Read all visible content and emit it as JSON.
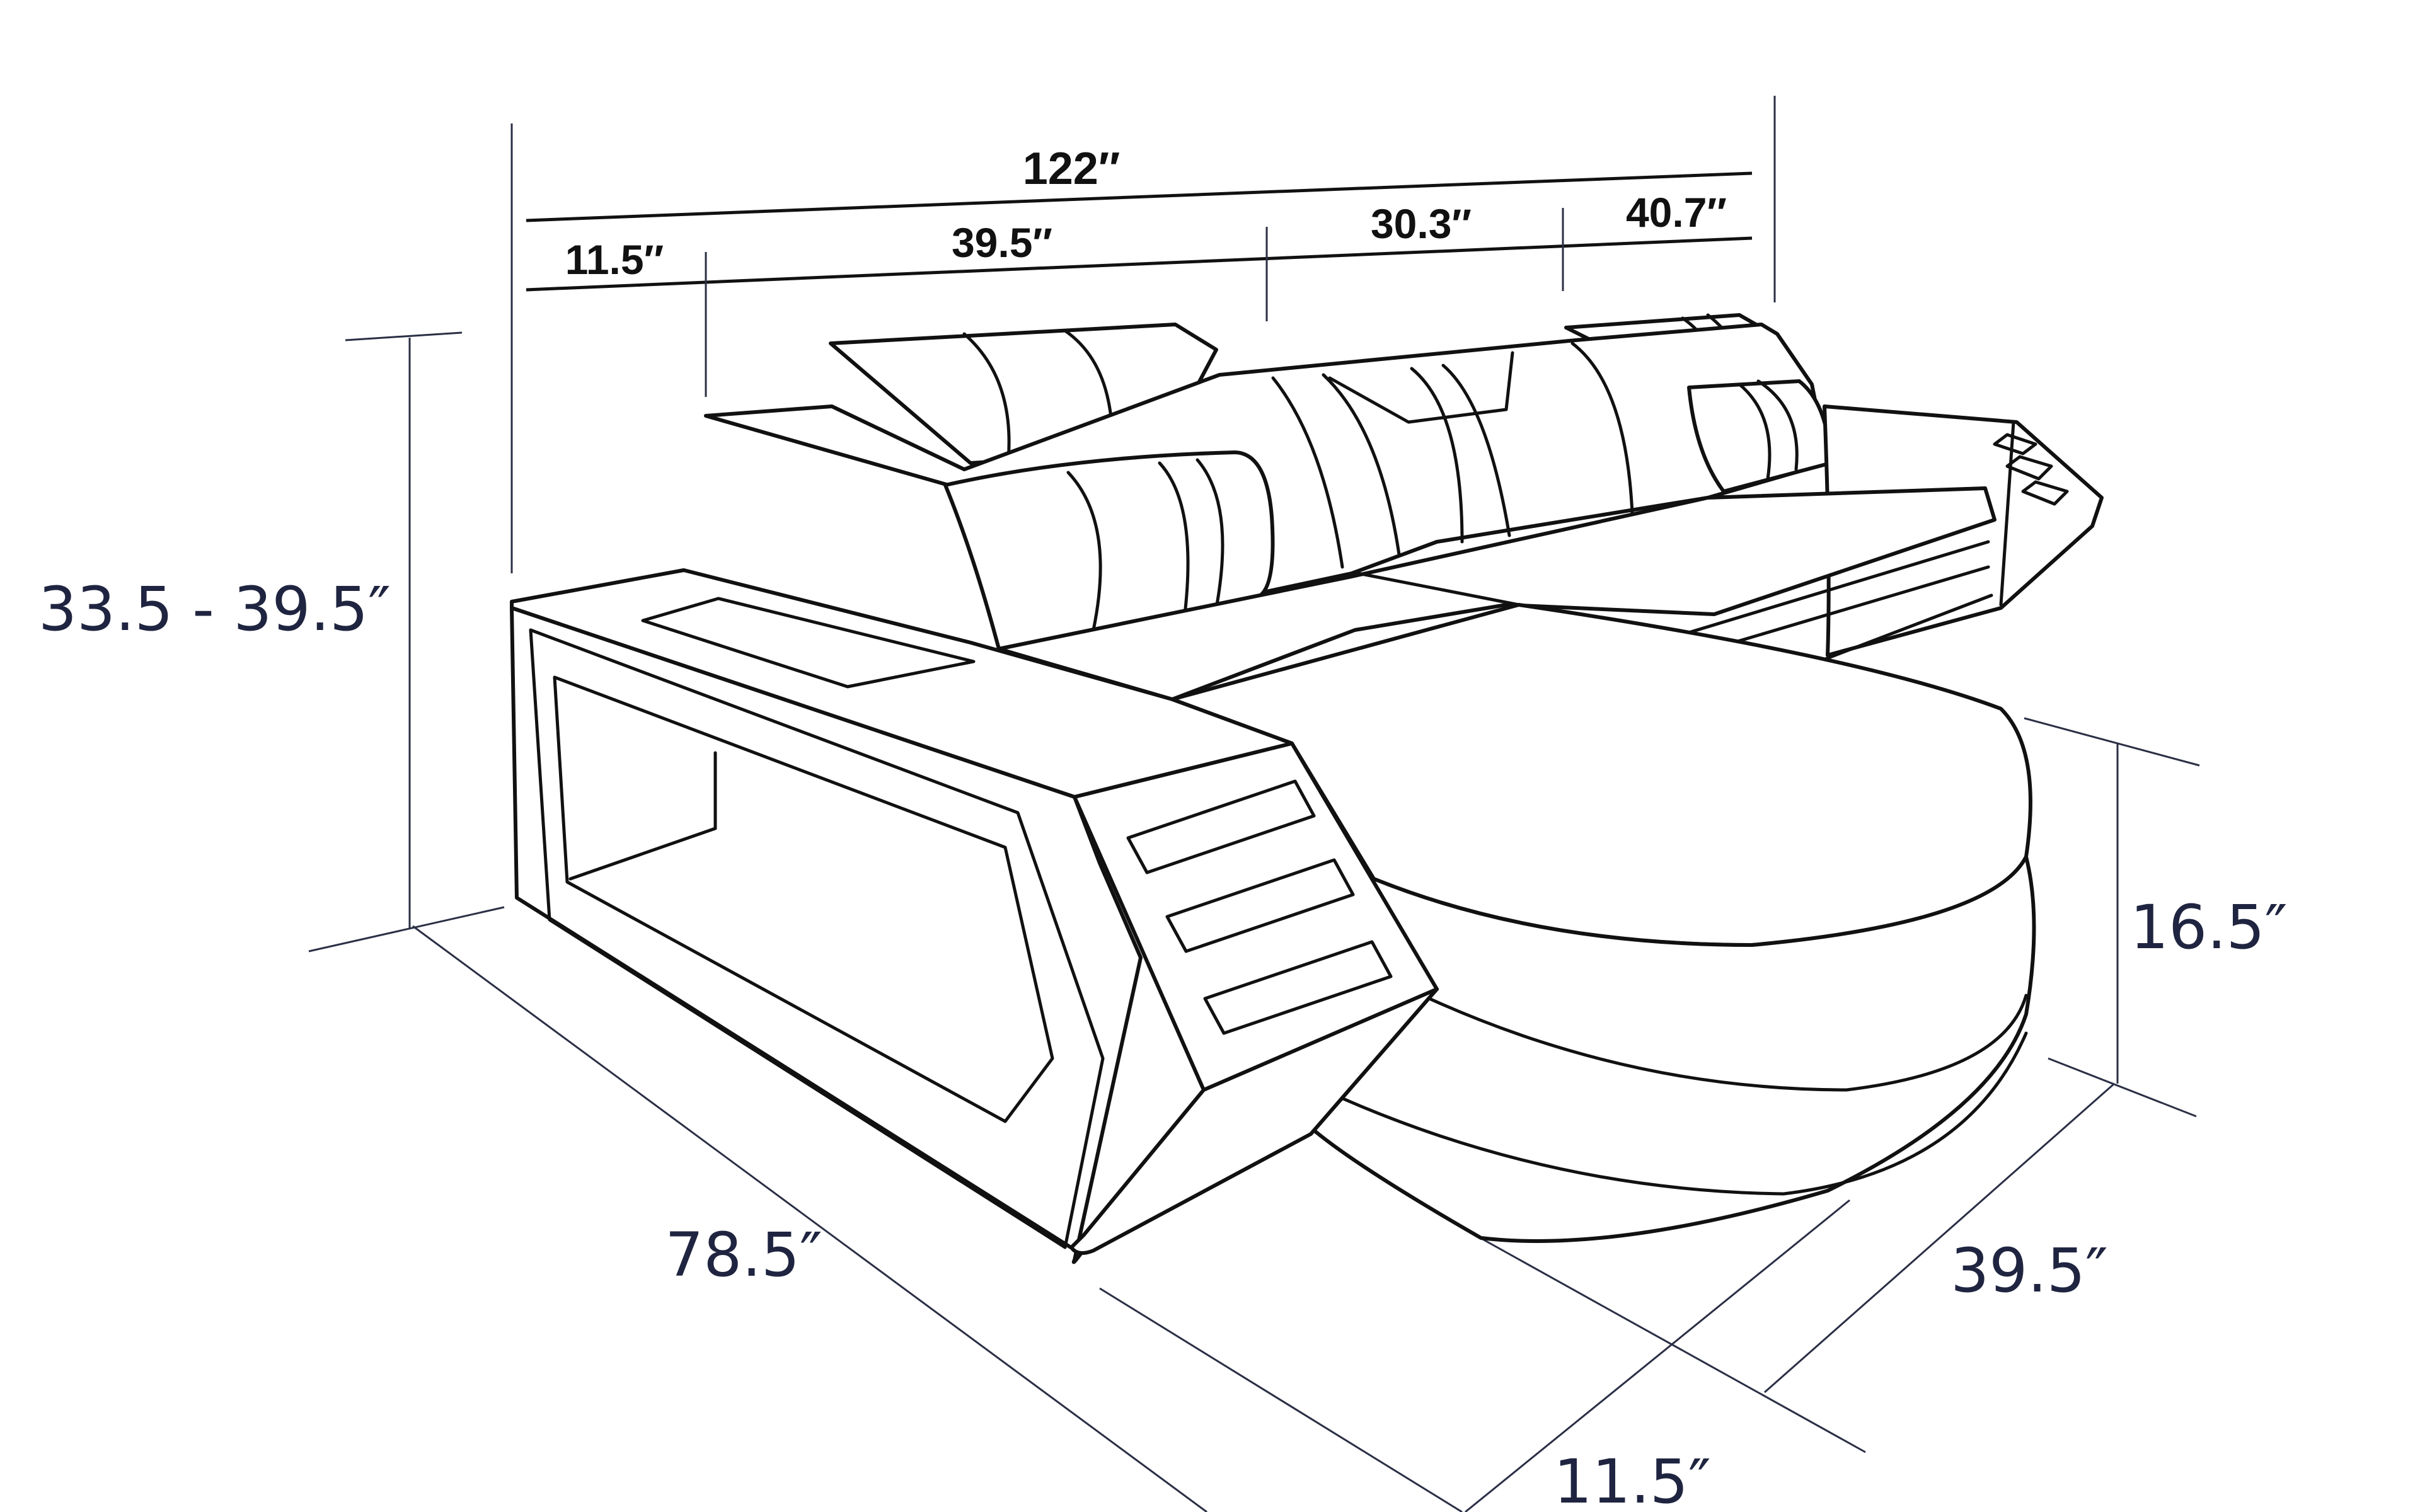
{
  "diagram": {
    "subject": "L-shaped sectional sofa with chaise, line drawing",
    "top_dimensions": {
      "overall_width": "122″",
      "segments": [
        "11.5″",
        "39.5″",
        "30.3″",
        "40.7″"
      ]
    },
    "height_range": "33.5 - 39.5″",
    "seat_height": "16.5″",
    "depth_left": "78.5″",
    "depth_right": "39.5″",
    "armrest_width": "11.5″"
  },
  "colors": {
    "line": "#111111",
    "dimension_text": "#1f2440",
    "background": "#ffffff"
  }
}
